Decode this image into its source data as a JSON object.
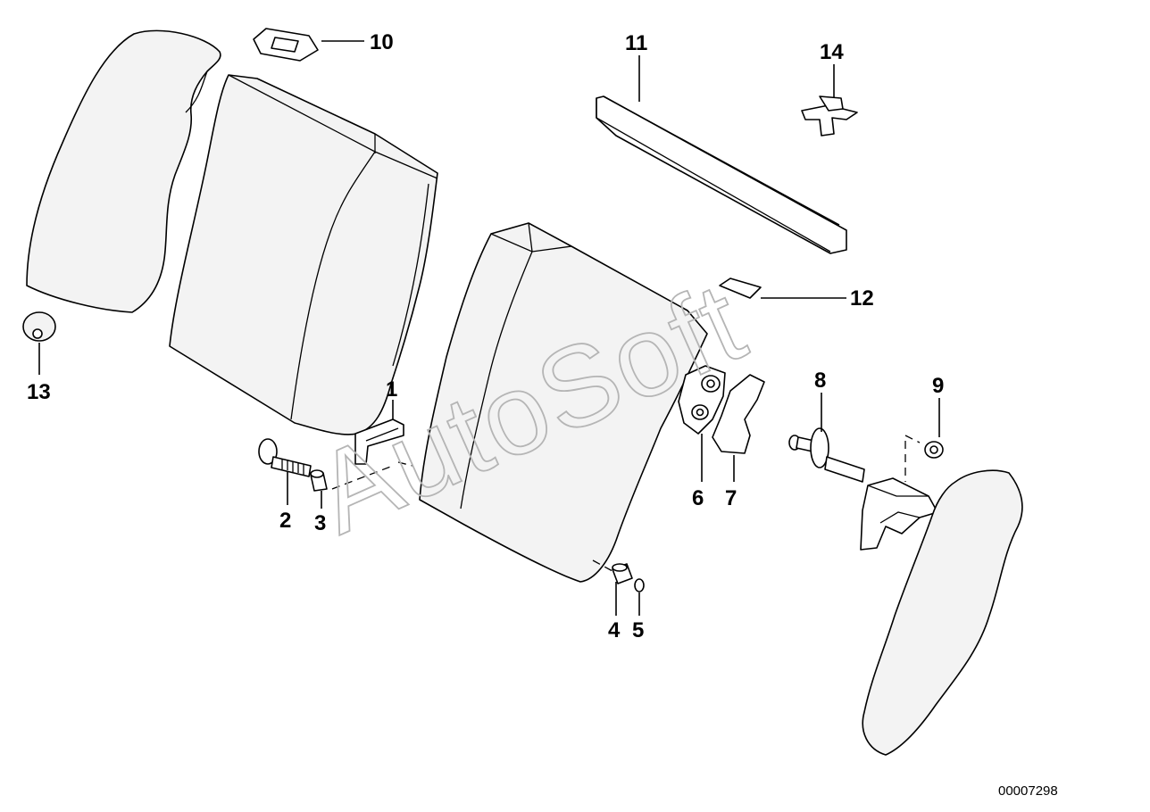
{
  "diagram": {
    "callouts": {
      "c1": "1",
      "c2": "2",
      "c3": "3",
      "c4": "4",
      "c5": "5",
      "c6": "6",
      "c7": "7",
      "c8": "8",
      "c9": "9",
      "c10": "10",
      "c11": "11",
      "c12": "12",
      "c13": "13",
      "c14": "14"
    },
    "document_number": "00007298",
    "watermark": "AutoSoft"
  },
  "colors": {
    "line": "#000000",
    "background": "#ffffff",
    "watermark": "#b5b5b5"
  }
}
